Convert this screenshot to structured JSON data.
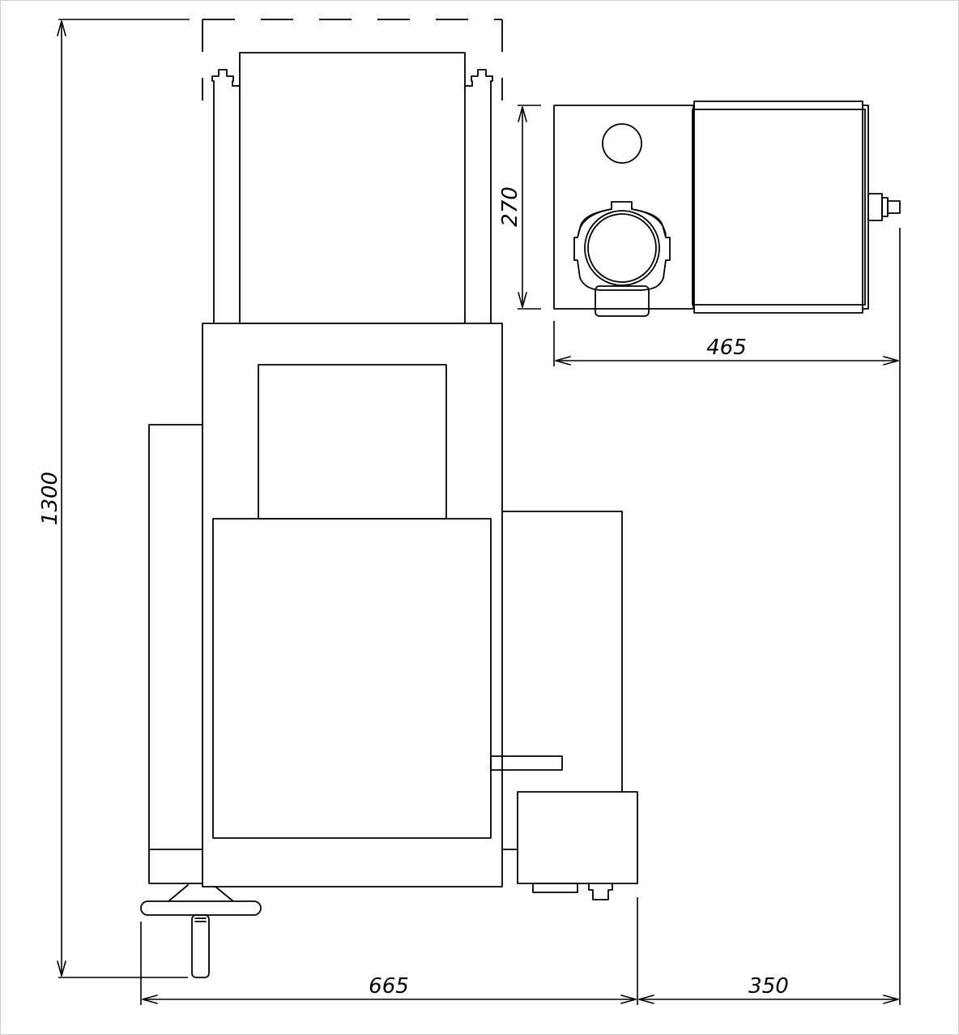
{
  "drawing": {
    "dimensions": {
      "height_total": "1300",
      "width_front": "665",
      "width_offset": "350",
      "width_top": "465",
      "height_top": "270"
    },
    "colors": {
      "line": "#000000",
      "background": "#ffffff",
      "border": "#d0d0d0"
    }
  }
}
